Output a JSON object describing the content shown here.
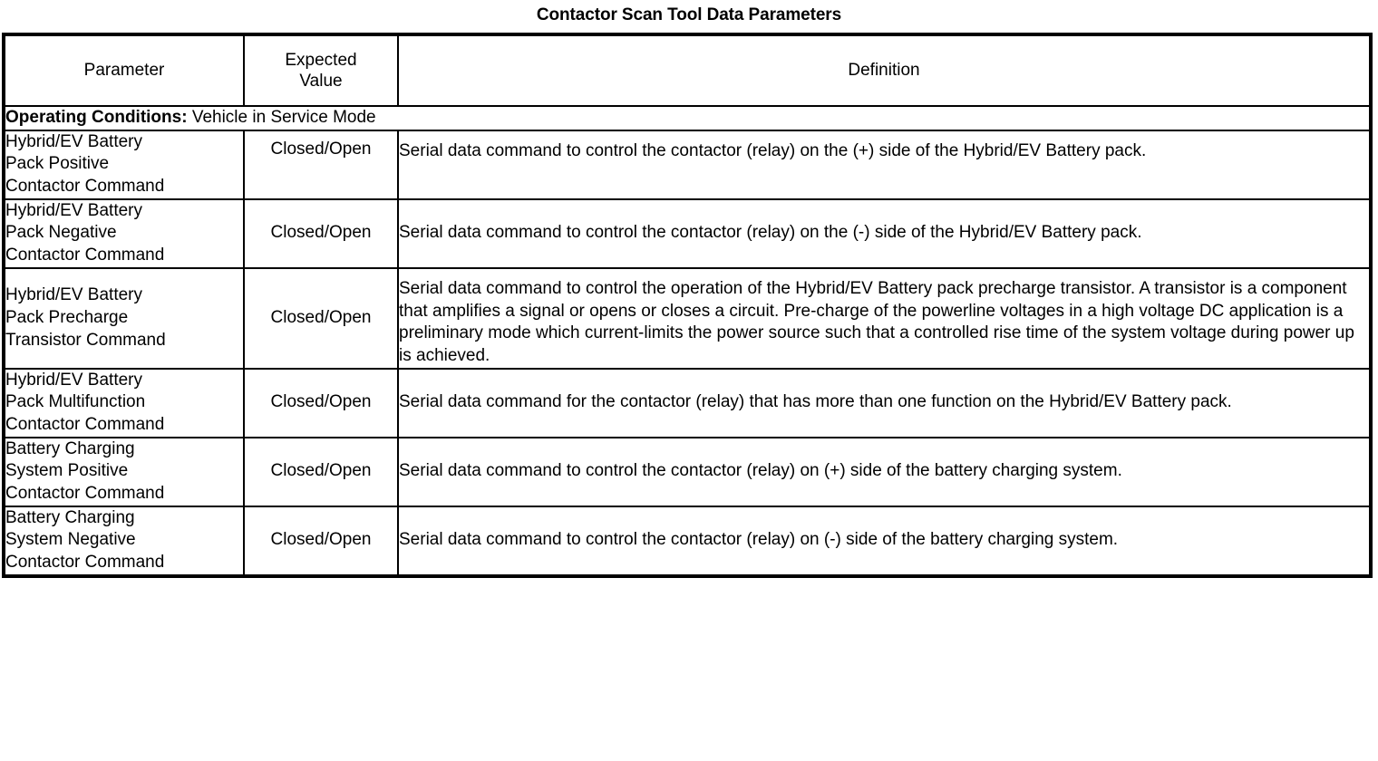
{
  "document": {
    "title": "Contactor Scan Tool Data Parameters"
  },
  "table": {
    "headers": {
      "parameter": "Parameter",
      "expected_value_line1": "Expected",
      "expected_value_line2": "Value",
      "definition": "Definition"
    },
    "operating_conditions": {
      "label": "Operating Conditions:",
      "value": " Vehicle in Service Mode"
    },
    "rows": [
      {
        "parameter": "Hybrid/EV Battery Pack Positive Contactor Command",
        "parameter_lines": [
          "Hybrid/EV Battery",
          "Pack Positive",
          "Contactor Command"
        ],
        "expected_value": "Closed/Open",
        "definition": "Serial data command to control the contactor (relay) on the (+) side of the Hybrid/EV Battery pack."
      },
      {
        "parameter": "Hybrid/EV Battery Pack Negative Contactor Command",
        "parameter_lines": [
          "Hybrid/EV Battery",
          "Pack Negative",
          "Contactor Command"
        ],
        "expected_value": "Closed/Open",
        "definition": "Serial data command to control the contactor (relay) on the (-) side of the Hybrid/EV Battery pack."
      },
      {
        "parameter": "Hybrid/EV Battery Pack Precharge Transistor Command",
        "parameter_lines": [
          "Hybrid/EV Battery",
          "Pack Precharge",
          "Transistor Command"
        ],
        "expected_value": "Closed/Open",
        "definition": "Serial data command to control the operation of the Hybrid/EV Battery pack precharge transistor. A transistor is a component that amplifies a signal or opens or closes a circuit. Pre-charge of the powerline voltages in a high voltage DC application is a preliminary mode which current-limits the power source such that a controlled rise time of the system voltage during power up is achieved."
      },
      {
        "parameter": "Hybrid/EV Battery Pack Multifunction Contactor Command",
        "parameter_lines": [
          "Hybrid/EV Battery",
          "Pack Multifunction",
          "Contactor Command"
        ],
        "expected_value": "Closed/Open",
        "definition": "Serial data command for the contactor (relay) that has more than one function on the Hybrid/EV Battery pack."
      },
      {
        "parameter": "Battery Charging System Positive Contactor Command",
        "parameter_lines": [
          "Battery Charging",
          "System Positive",
          "Contactor Command"
        ],
        "expected_value": "Closed/Open",
        "definition": "Serial data command to control the contactor (relay) on (+) side of the battery charging system."
      },
      {
        "parameter": "Battery Charging System Negative Contactor Command",
        "parameter_lines": [
          "Battery Charging",
          "System Negative",
          "Contactor Command"
        ],
        "expected_value": "Closed/Open",
        "definition": "Serial data command to control the contactor (relay) on (-) side of the battery charging system."
      }
    ]
  }
}
